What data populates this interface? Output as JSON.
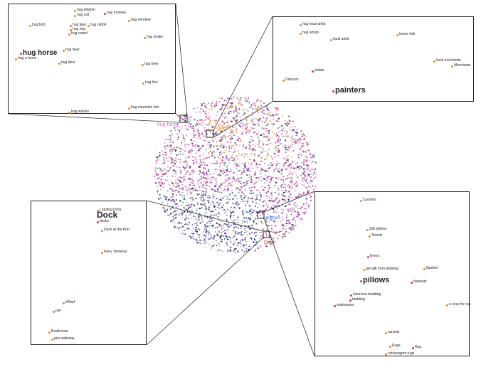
{
  "colors": {
    "magenta": "#c0399e",
    "purple": "#7b2d8e",
    "navy": "#1f2a66",
    "blue": "#2f5fb0",
    "orange": "#e8892a",
    "red": "#d83a2a",
    "darkred": "#7a1a1a",
    "hug_label": "#e066d4",
    "painters_label": "#e8a24a",
    "pillows_label": "#4a8de0",
    "dock_label": "#e03a2a"
  },
  "cluster_labels": {
    "hug_horse": "hug horse",
    "painters": "painters",
    "pillows": "pillows",
    "dock": "Dock"
  },
  "insets": {
    "hug_horse": {
      "title": "hug horse",
      "points": [
        {
          "label": "hug dolphin",
          "color": "#e8892a"
        },
        {
          "label": "hug monkey",
          "color": "#d83a2a"
        },
        {
          "label": "hug colt",
          "color": "#e8892a"
        },
        {
          "label": "hug reindeer",
          "color": "#e8892a"
        },
        {
          "label": "hug bird",
          "color": "#e8892a"
        },
        {
          "label": "hug tiger",
          "color": "#e8892a"
        },
        {
          "label": "hug rabbit",
          "color": "#e8892a"
        },
        {
          "label": "hug hog",
          "color": "#e8892a"
        },
        {
          "label": "hug camel",
          "color": "#e8892a"
        },
        {
          "label": "hug snake",
          "color": "#e8892a"
        },
        {
          "label": "hug a horse",
          "color": "#e8892a"
        },
        {
          "label": "hug bear",
          "color": "#e8892a"
        },
        {
          "label": "hug deer",
          "color": "#e8892a"
        },
        {
          "label": "hug beer",
          "color": "#e8892a"
        },
        {
          "label": "hug lion",
          "color": "#e8892a"
        },
        {
          "label": "hug mountain lion",
          "color": "#e8892a"
        },
        {
          "label": "hug wolves",
          "color": "#e8892a"
        }
      ]
    },
    "painters": {
      "title": "painters",
      "points": [
        {
          "label": "hug local artist",
          "color": "#e8892a"
        },
        {
          "label": "hug artists",
          "color": "#e8892a"
        },
        {
          "label": "local artist",
          "color": "#e8892a"
        },
        {
          "label": "towns folk",
          "color": "#e8892a"
        },
        {
          "label": "local merchants",
          "color": "#e8892a"
        },
        {
          "label": "Merchants",
          "color": "#e8892a"
        },
        {
          "label": "artists",
          "color": "#d83a2a"
        },
        {
          "label": "Dancers",
          "color": "#e8892a"
        }
      ]
    },
    "dock": {
      "title": "Dock",
      "points": [
        {
          "label": "Loading Dock",
          "color": "#e8892a"
        },
        {
          "label": "docks",
          "color": "#d83a2a"
        },
        {
          "label": "Dock at the Port",
          "color": "#e8892a"
        },
        {
          "label": "Ferry Terminal",
          "color": "#e8892a"
        },
        {
          "label": "Wharf",
          "color": "#e8892a"
        },
        {
          "label": "pier",
          "color": "#e8892a"
        },
        {
          "label": "Boathouse",
          "color": "#e8892a"
        },
        {
          "label": "pier walkway",
          "color": "#e8892a"
        }
      ]
    },
    "pillows": {
      "title": "pillows",
      "points": [
        {
          "label": "Curtains",
          "color": "#e8892a"
        },
        {
          "label": "Silk pillows",
          "color": "#e8892a"
        },
        {
          "label": "Towels",
          "color": "#e8892a"
        },
        {
          "label": "linens",
          "color": "#c0399e"
        },
        {
          "label": "get silk from bedding",
          "color": "#e8892a"
        },
        {
          "label": "blanket",
          "color": "#e8892a"
        },
        {
          "label": "blankets",
          "color": "#d83a2a"
        },
        {
          "label": "luxurious bedding",
          "color": "#c0399e"
        },
        {
          "label": "bedding",
          "color": "#d83a2a"
        },
        {
          "label": "mattresses",
          "color": "#d83a2a"
        },
        {
          "label": "a cozy fur rug",
          "color": "#e8892a"
        },
        {
          "label": "carpets",
          "color": "#e8892a"
        },
        {
          "label": "Rugs",
          "color": "#e8892a"
        },
        {
          "label": "Rug",
          "color": "#d83a2a"
        },
        {
          "label": "extravagant rugs",
          "color": "#e8892a"
        }
      ]
    }
  }
}
